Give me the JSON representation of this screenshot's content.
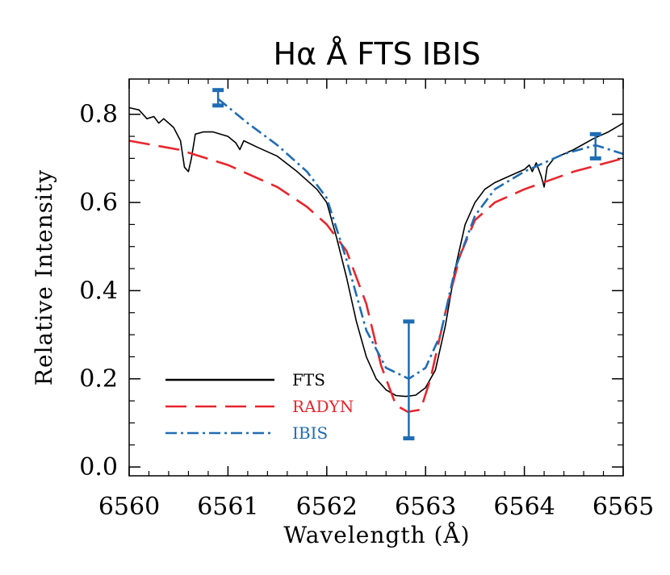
{
  "chart_data": {
    "type": "line",
    "title": "Hα Å FTS IBIS",
    "xlabel": "Wavelength (Å)",
    "ylabel": "Relative Intensity",
    "xlim": [
      6560,
      6565
    ],
    "ylim": [
      -0.02,
      0.88
    ],
    "xticks": [
      6560,
      6561,
      6562,
      6563,
      6564,
      6565
    ],
    "xtick_labels": [
      "6560",
      "6561",
      "6562",
      "6563",
      "6564",
      "6565"
    ],
    "yticks": [
      0.0,
      0.2,
      0.4,
      0.6,
      0.8
    ],
    "ytick_labels": [
      "0.0",
      "0.2",
      "0.4",
      "0.6",
      "0.8"
    ],
    "grid": false,
    "legend": {
      "placement": "bottom-left"
    },
    "series": [
      {
        "name": "FTS",
        "color": "#000000",
        "style": "solid",
        "x": [
          6560.0,
          6560.1,
          6560.18,
          6560.25,
          6560.3,
          6560.35,
          6560.45,
          6560.52,
          6560.56,
          6560.6,
          6560.63,
          6560.67,
          6560.75,
          6560.85,
          6561.0,
          6561.08,
          6561.12,
          6561.16,
          6561.3,
          6561.5,
          6561.7,
          6561.9,
          6562.0,
          6562.1,
          6562.2,
          6562.3,
          6562.4,
          6562.5,
          6562.6,
          6562.7,
          6562.8,
          6562.9,
          6563.0,
          6563.1,
          6563.2,
          6563.3,
          6563.4,
          6563.5,
          6563.6,
          6563.7,
          6563.8,
          6563.9,
          6564.0,
          6564.05,
          6564.08,
          6564.12,
          6564.17,
          6564.2,
          6564.23,
          6564.3,
          6564.5,
          6564.7,
          6564.85,
          6565.0
        ],
        "y": [
          0.815,
          0.81,
          0.79,
          0.795,
          0.78,
          0.79,
          0.77,
          0.74,
          0.68,
          0.67,
          0.7,
          0.755,
          0.76,
          0.76,
          0.75,
          0.735,
          0.72,
          0.74,
          0.725,
          0.705,
          0.67,
          0.63,
          0.6,
          0.52,
          0.43,
          0.33,
          0.25,
          0.2,
          0.175,
          0.162,
          0.16,
          0.163,
          0.18,
          0.22,
          0.32,
          0.45,
          0.55,
          0.6,
          0.63,
          0.645,
          0.655,
          0.665,
          0.675,
          0.685,
          0.67,
          0.69,
          0.66,
          0.635,
          0.68,
          0.7,
          0.72,
          0.745,
          0.76,
          0.78
        ]
      },
      {
        "name": "RADYN",
        "color": "#e8262d",
        "style": "dashed",
        "x": [
          6560.0,
          6560.5,
          6561.0,
          6561.5,
          6561.8,
          6562.0,
          6562.2,
          6562.4,
          6562.55,
          6562.7,
          6562.82,
          6562.95,
          6563.05,
          6563.2,
          6563.35,
          6563.5,
          6563.7,
          6564.0,
          6564.5,
          6565.0
        ],
        "y": [
          0.74,
          0.72,
          0.685,
          0.635,
          0.59,
          0.55,
          0.49,
          0.37,
          0.23,
          0.14,
          0.125,
          0.13,
          0.2,
          0.35,
          0.48,
          0.56,
          0.6,
          0.63,
          0.67,
          0.7
        ]
      },
      {
        "name": "IBIS",
        "color": "#1f6db4",
        "style": "dashdot",
        "x": [
          6560.9,
          6561.2,
          6561.5,
          6561.8,
          6562.0,
          6562.2,
          6562.4,
          6562.6,
          6562.83,
          6563.0,
          6563.15,
          6563.3,
          6563.5,
          6563.7,
          6564.0,
          6564.4,
          6564.72,
          6565.0
        ],
        "y": [
          0.835,
          0.78,
          0.73,
          0.67,
          0.61,
          0.47,
          0.31,
          0.225,
          0.2,
          0.225,
          0.3,
          0.45,
          0.57,
          0.63,
          0.67,
          0.71,
          0.73,
          0.71
        ],
        "error_bars": [
          {
            "x": 6560.9,
            "y": 0.835,
            "low": 0.82,
            "high": 0.855
          },
          {
            "x": 6562.83,
            "y": 0.2,
            "low": 0.065,
            "high": 0.33
          },
          {
            "x": 6564.72,
            "y": 0.73,
            "low": 0.7,
            "high": 0.755
          }
        ]
      }
    ]
  }
}
